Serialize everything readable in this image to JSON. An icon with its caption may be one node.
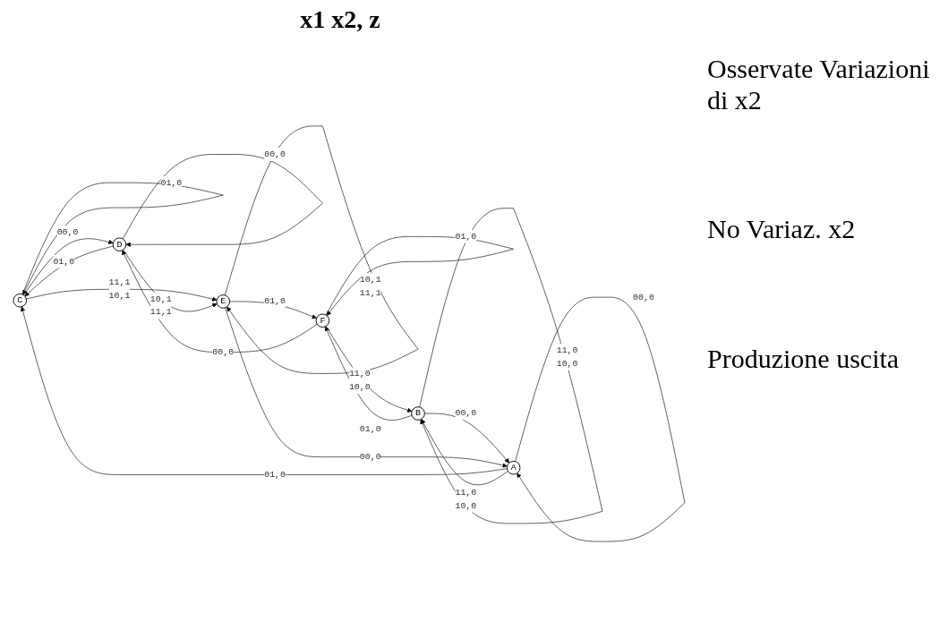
{
  "diagram": {
    "title": "x1 x2, z",
    "nodes": [
      {
        "text": [
          "C"
        ]
      },
      {
        "text": [
          "D"
        ]
      },
      {
        "text": [
          "A"
        ]
      },
      {
        "text": [
          "F"
        ]
      },
      {
        "text": [
          "B"
        ]
      },
      {
        "text": [
          "E"
        ]
      }
    ],
    "edges": [
      {
        "from": 0,
        "to": 0,
        "arrow": "to",
        "label": "01,0"
      },
      {
        "from": 1,
        "to": 1,
        "arrow": "to",
        "label": "00,0"
      },
      {
        "from": 0,
        "to": 1,
        "arrow": "to",
        "label": "00,0"
      },
      {
        "from": 1,
        "to": 0,
        "arrow": "to",
        "label": "01,0"
      },
      {
        "from": 2,
        "to": 0,
        "arrow": "to",
        "label": "01,0"
      },
      {
        "from": 0,
        "to": 5,
        "arrow": "to",
        "label": "11,1 10,1"
      },
      {
        "from": 3,
        "to": 1,
        "arrow": "to",
        "label": "00,0"
      },
      {
        "from": 1,
        "to": 5,
        "arrow": "to",
        "label": "10,1 11,1"
      },
      {
        "from": 2,
        "to": 2,
        "arrow": "to",
        "label": "00,0"
      },
      {
        "from": 3,
        "to": 3,
        "arrow": "to",
        "label": "01,0"
      },
      {
        "from": 3,
        "to": 4,
        "arrow": "to",
        "label": "11,0 10,0"
      },
      {
        "from": 2,
        "to": 4,
        "arrow": "to",
        "label": "11,0 10,0"
      },
      {
        "from": 4,
        "to": 2,
        "arrow": "to",
        "label": "00,0"
      },
      {
        "from": 4,
        "to": 3,
        "arrow": "to",
        "label": "01,0"
      },
      {
        "from": 5,
        "to": 3,
        "arrow": "to",
        "label": "01,0"
      },
      {
        "from": 5,
        "to": 2,
        "arrow": "to",
        "label": "00,0"
      },
      {
        "from": 4,
        "to": 4,
        "arrow": "to",
        "label": "11,0 10,0"
      },
      {
        "from": 5,
        "to": 5,
        "arrow": "to",
        "label": "10,1 11,1"
      }
    ],
    "labels": [
      "Osservate Variazioni di x2",
      "No Variaz. x2",
      "Produzione uscita"
    ]
  }
}
